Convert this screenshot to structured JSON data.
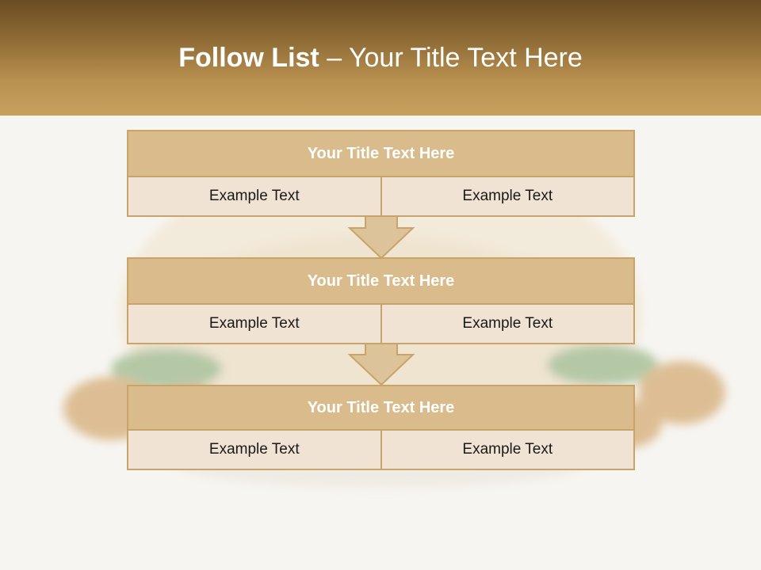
{
  "header": {
    "title_bold": "Follow List",
    "title_rest": " – Your Title Text Here"
  },
  "blocks": [
    {
      "title": "Your Title Text Here",
      "cells": [
        "Example Text",
        "Example Text"
      ]
    },
    {
      "title": "Your Title Text Here",
      "cells": [
        "Example Text",
        "Example Text"
      ]
    },
    {
      "title": "Your Title Text Here",
      "cells": [
        "Example Text",
        "Example Text"
      ]
    }
  ],
  "colors": {
    "header_dark": "#6b4d24",
    "header_light": "#c9a15f",
    "block_border": "#c9a36a",
    "block_title_bg": "#d9bb8c",
    "cell_bg": "#f0e3d4"
  }
}
